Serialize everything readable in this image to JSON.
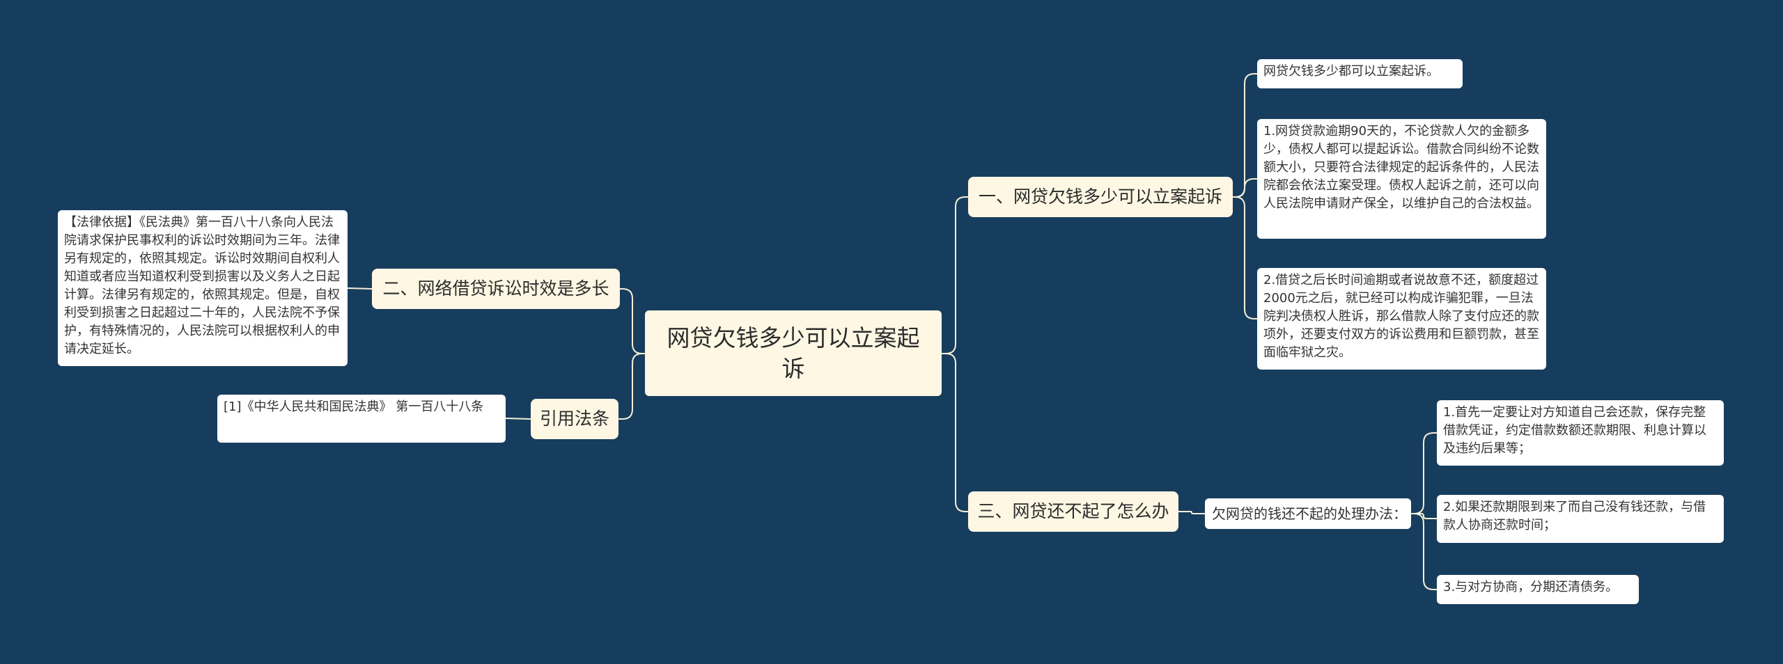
{
  "root": {
    "text": "网贷欠钱多少可以立案起诉"
  },
  "branches": {
    "b1": {
      "text": "一、网贷欠钱多少可以立案起诉",
      "leaves": [
        "网贷欠钱多少都可以立案起诉。",
        "1.网贷贷款逾期90天的，不论贷款人欠的金额多少，债权人都可以提起诉讼。借款合同纠纷不论数额大小，只要符合法律规定的起诉条件的，人民法院都会依法立案受理。债权人起诉之前，还可以向人民法院申请财产保全，以维护自己的合法权益。",
        "2.借贷之后长时间逾期或者说故意不还，额度超过2000元之后，就已经可以构成诈骗犯罪，一旦法院判决债权人胜诉，那么借款人除了支付应还的款项外，还要支付双方的诉讼费用和巨额罚款，甚至面临牢狱之灾。"
      ]
    },
    "b2": {
      "text": "二、网络借贷诉讼时效是多长",
      "leaves": [
        "【法律依据】《民法典》第一百八十八条向人民法院请求保护民事权利的诉讼时效期间为三年。法律另有规定的，依照其规定。诉讼时效期间自权利人知道或者应当知道权利受到损害以及义务人之日起计算。法律另有规定的，依照其规定。但是，自权利受到损害之日起超过二十年的，人民法院不予保护，有特殊情况的，人民法院可以根据权利人的申请决定延长。"
      ]
    },
    "b3": {
      "text": "三、网贷还不起了怎么办",
      "mid": "欠网贷的钱还不起的处理办法：",
      "leaves": [
        "1.首先一定要让对方知道自己会还款，保存完整借款凭证，约定借款数额还款期限、利息计算以及违约后果等；",
        "2.如果还款期限到来了而自己没有钱还款，与借款人协商还款时间；",
        "3.与对方协商，分期还清债务。"
      ]
    },
    "b4": {
      "text": "引用法条",
      "leaves": [
        "[1]《中华人民共和国民法典》 第一百八十八条"
      ]
    }
  },
  "colors": {
    "background": "#173d5e",
    "connector": "#f5efd8",
    "branch_fill": "#fdf7e3",
    "leaf_fill": "#ffffff"
  }
}
